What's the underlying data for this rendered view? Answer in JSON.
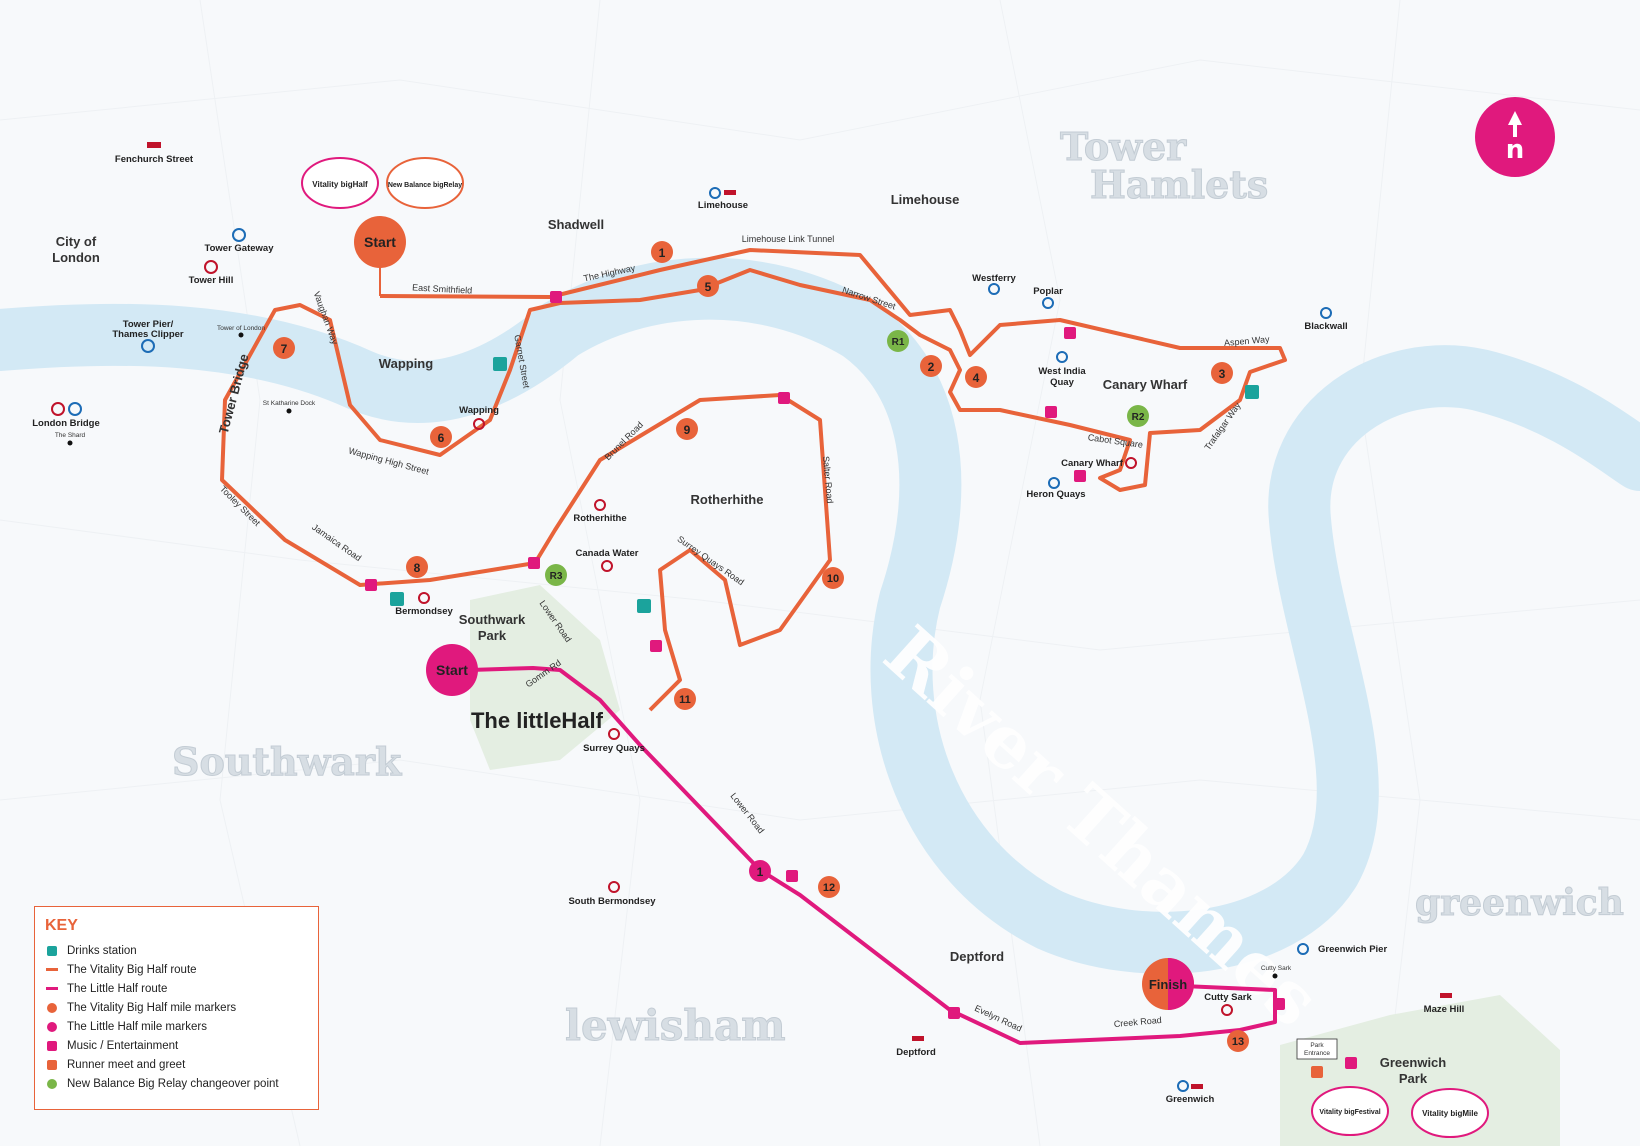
{
  "colors": {
    "big_half": "#e8633a",
    "little_half": "#e0197d",
    "relay": "#7ab648",
    "drinks": "#1ba39c",
    "river": "#d3e9f5",
    "park": "#e4eee2"
  },
  "badges": {
    "start": "Start",
    "finish": "Finish"
  },
  "north_label": "n",
  "logos": {
    "vitality_big_half": "Vitality bigHalf",
    "big_relay": "New Balance bigRelay",
    "little_half": "The littleHalf",
    "big_festival": "Vitality bigFestival",
    "big_mile": "Vitality bigMile"
  },
  "boroughs": {
    "tower_hamlets_1": "Tower",
    "tower_hamlets_2": "Hamlets",
    "southwark": "Southwark",
    "lewisham": "lewisham",
    "greenwich": "greenwich"
  },
  "river": "River Thames",
  "places": {
    "city_of_london_1": "City of",
    "city_of_london_2": "London",
    "shadwell": "Shadwell",
    "limehouse": "Limehouse",
    "wapping": "Wapping",
    "rotherhithe": "Rotherhithe",
    "canary_wharf": "Canary Wharf",
    "southwark_park_1": "Southwark",
    "southwark_park_2": "Park",
    "deptford": "Deptford",
    "greenwich_park_1": "Greenwich",
    "greenwich_park_2": "Park"
  },
  "stations": {
    "fenchurch_street": "Fenchurch Street",
    "tower_gateway": "Tower Gateway",
    "tower_hill": "Tower Hill",
    "tower_pier_1": "Tower Pier/",
    "tower_pier_2": "Thames Clipper",
    "tower_of_london": "Tower of London",
    "london_bridge": "London Bridge",
    "the_shard": "The Shard",
    "st_katharine_dock": "St Katharine Dock",
    "limehouse": "Limehouse",
    "westferry": "Westferry",
    "poplar": "Poplar",
    "blackwall": "Blackwall",
    "west_india_quay_1": "West India",
    "west_india_quay_2": "Quay",
    "wapping": "Wapping",
    "rotherhithe": "Rotherhithe",
    "canada_water": "Canada Water",
    "canary_wharf": "Canary Wharf",
    "heron_quays": "Heron Quays",
    "bermondsey": "Bermondsey",
    "surrey_quays": "Surrey Quays",
    "south_bermondsey": "South Bermondsey",
    "deptford": "Deptford",
    "greenwich": "Greenwich",
    "cutty_sark": "Cutty Sark",
    "cutty_sark_small": "Cutty Sark",
    "greenwich_pier": "Greenwich Pier",
    "maze_hill": "Maze Hill",
    "park_entrance_1": "Park",
    "park_entrance_2": "Entrance"
  },
  "roads": {
    "east_smithfield": "East Smithfield",
    "the_highway": "The Highway",
    "limehouse_link_tunnel": "Limehouse Link Tunnel",
    "narrow_street": "Narrow Street",
    "aspen_way": "Aspen Way",
    "vaughan_way": "Vaughan Way",
    "tower_bridge": "Tower Bridge",
    "garnet_street": "Garnet Street",
    "wapping_high_street": "Wapping High Street",
    "cabot_square": "Cabot Square",
    "trafalgar_way": "Trafalgar Way",
    "brunel_road": "Brunel Road",
    "salter_road": "Salter Road",
    "surrey_quays_road": "Surrey Quays Road",
    "tooley_street": "Tooley Street",
    "jamaica_road": "Jamaica Road",
    "lower_road_1": "Lower Road",
    "gomm_rd": "Gomm Rd",
    "lower_road_2": "Lower Road",
    "evelyn_road": "Evelyn Road",
    "creek_road": "Creek Road"
  },
  "mile_markers": [
    "1",
    "2",
    "3",
    "4",
    "5",
    "6",
    "7",
    "8",
    "9",
    "10",
    "11",
    "12",
    "13"
  ],
  "little_markers": [
    "1"
  ],
  "relay_points": [
    "R1",
    "R2",
    "R3"
  ],
  "key": {
    "title": "KEY",
    "items": [
      {
        "label": "Drinks station",
        "color": "#1ba39c",
        "symbol": "square"
      },
      {
        "label": "The Vitality Big Half route",
        "color": "#e8633a",
        "symbol": "line"
      },
      {
        "label": "The Little Half route",
        "color": "#e0197d",
        "symbol": "line"
      },
      {
        "label": "The Vitality Big Half mile markers",
        "color": "#e8633a",
        "symbol": "pin"
      },
      {
        "label": "The Little Half mile markers",
        "color": "#e0197d",
        "symbol": "pin"
      },
      {
        "label": "Music / Entertainment",
        "color": "#e0197d",
        "symbol": "square"
      },
      {
        "label": "Runner meet and greet",
        "color": "#e8633a",
        "symbol": "square"
      },
      {
        "label": "New Balance Big Relay changeover point",
        "color": "#7ab648",
        "symbol": "pin"
      }
    ]
  }
}
